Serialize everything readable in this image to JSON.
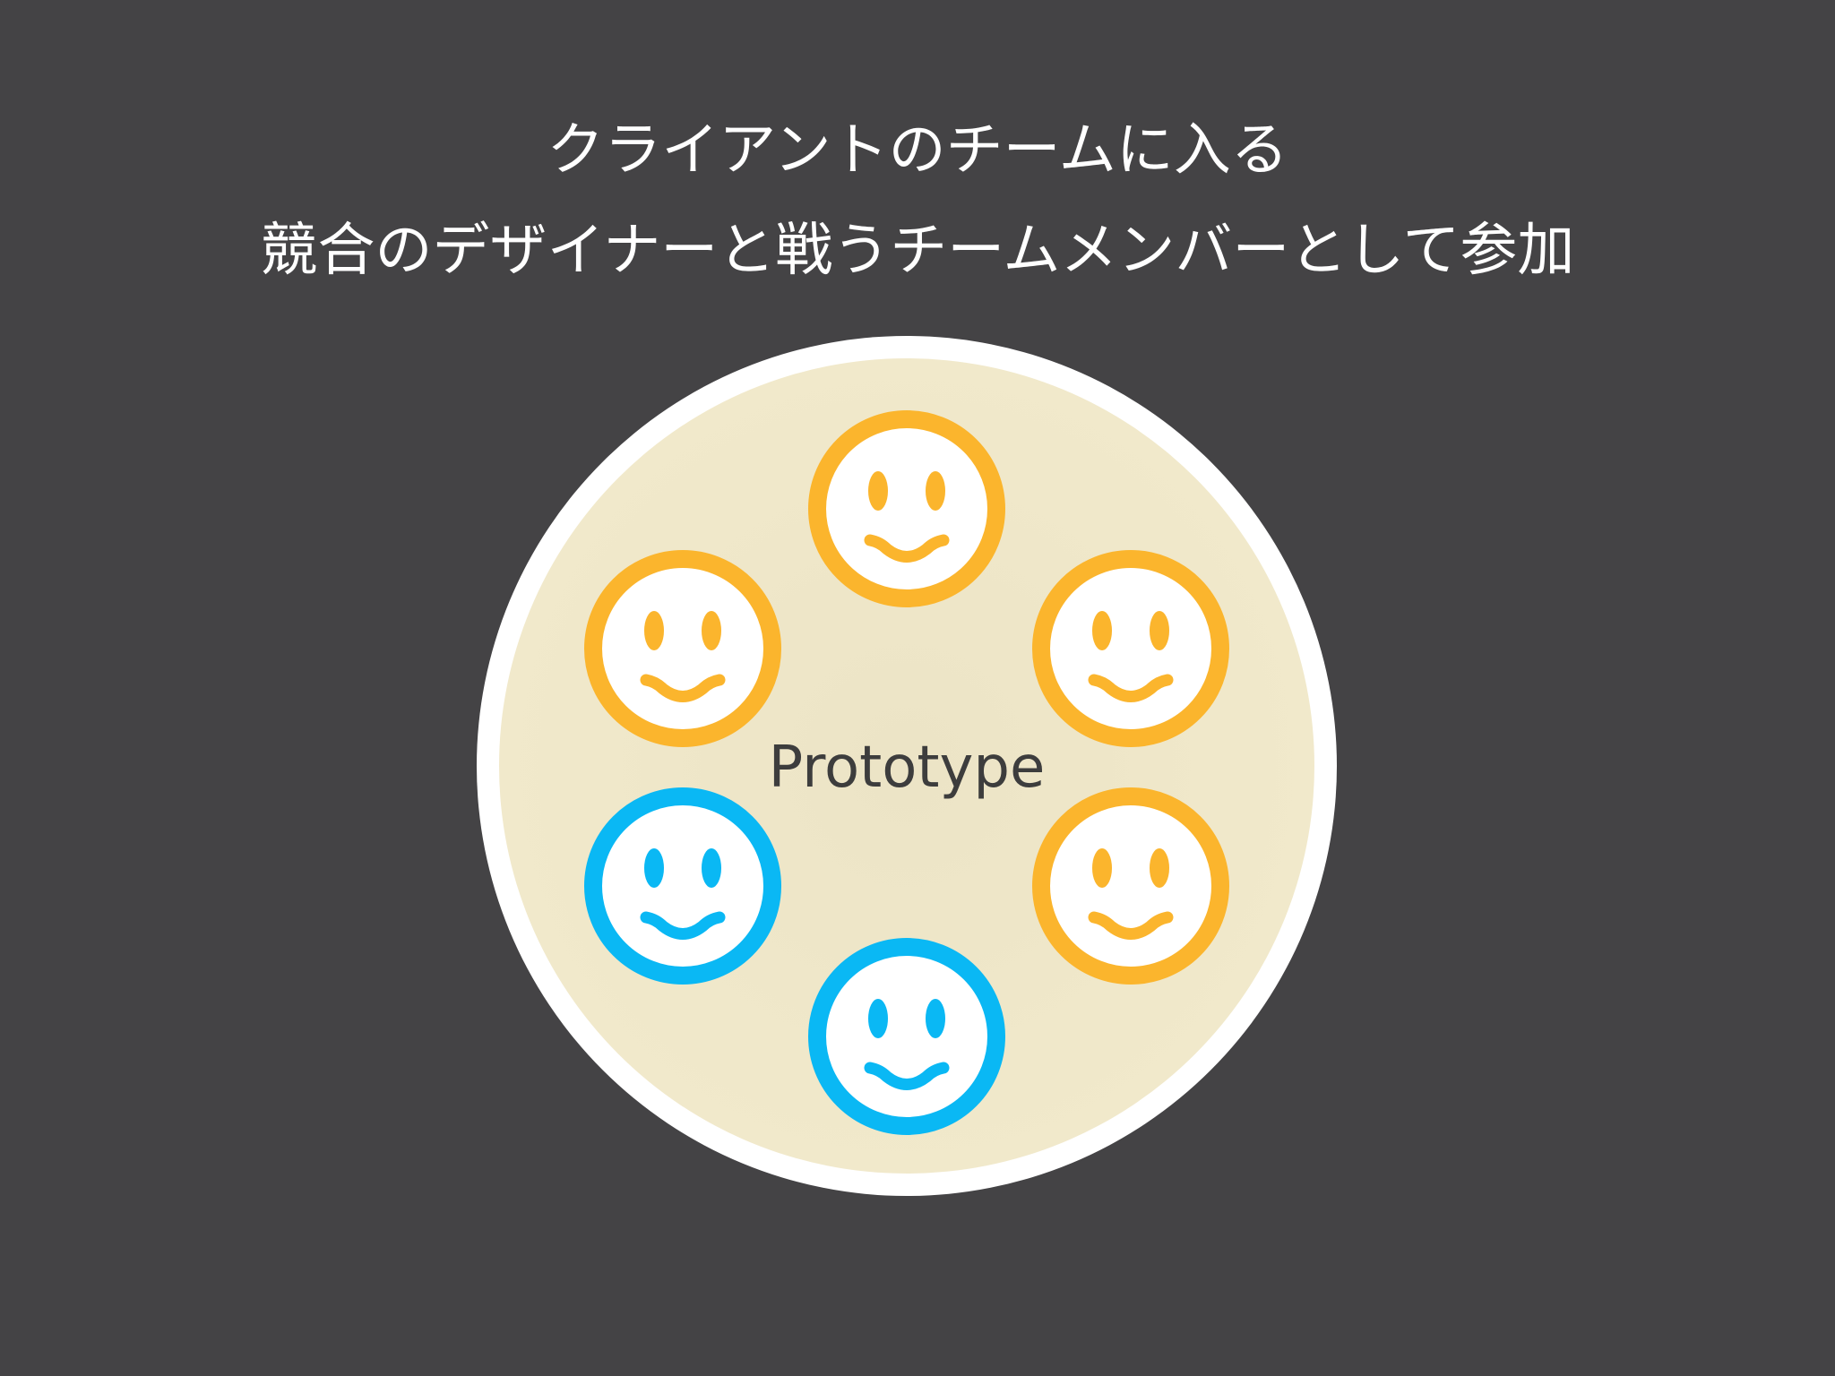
{
  "slide": {
    "background": "#444345",
    "title_line1": "クライアントのチームに入る",
    "title_line2": "競合のデザイナーと戦うチームメンバーとして参加"
  },
  "diagram": {
    "center_label": "Prototype",
    "circle_fill": "#efe6c4",
    "circle_border": "#ffffff",
    "label_color": "#3d3d3d",
    "face_fill": "#ffffff",
    "colors": {
      "client": "#fbb52d",
      "designer": "#0ab8f4"
    },
    "members": [
      {
        "role": "client",
        "icon": "smiley-face-icon"
      },
      {
        "role": "client",
        "icon": "smiley-face-icon"
      },
      {
        "role": "client",
        "icon": "smiley-face-icon"
      },
      {
        "role": "designer",
        "icon": "smiley-face-icon"
      },
      {
        "role": "client",
        "icon": "smiley-face-icon"
      },
      {
        "role": "designer",
        "icon": "smiley-face-icon"
      }
    ]
  }
}
